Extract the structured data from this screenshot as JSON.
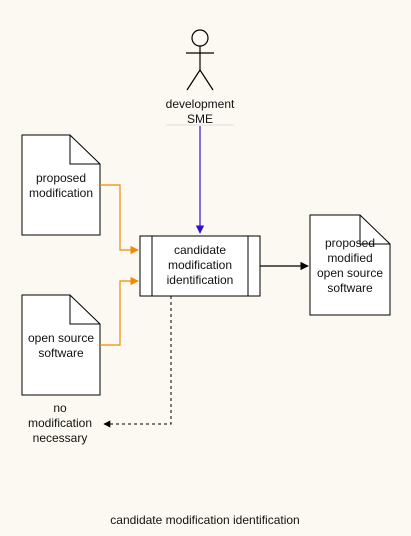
{
  "actor": {
    "label_line1": "development",
    "label_line2": "SME"
  },
  "docs": {
    "proposed_modification": {
      "line1": "proposed",
      "line2": "modification"
    },
    "open_source_software": {
      "line1": "open source",
      "line2": "software"
    },
    "proposed_modified_software": {
      "line1": "proposed",
      "line2": "modified",
      "line3": "open source",
      "line4": "software"
    }
  },
  "process": {
    "line1": "candidate",
    "line2": "modification",
    "line3": "identification"
  },
  "no_modification": {
    "line1": "no",
    "line2": "modification",
    "line3": "necessary"
  },
  "caption": "candidate modification identification",
  "colors": {
    "background": "#fcf9f2",
    "actor_edge": "#3311cc",
    "input_edges": "#f08a00",
    "output_edge": "#000000"
  }
}
